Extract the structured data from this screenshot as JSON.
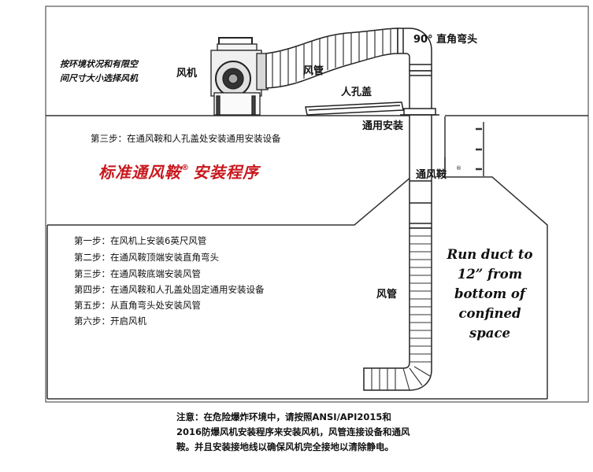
{
  "env_note_line1": "按环境状况和有限空",
  "env_note_line2": "间尺寸大小选择风机",
  "labels": {
    "fan": "风机",
    "duct_top": "风管",
    "manhole_cover": "人孔盖",
    "elbow": "90° 直角弯头",
    "universal_mount": "通用安装",
    "saddle": "通风鞍",
    "duct_bottom": "风管",
    "registered_mark": "®"
  },
  "step3_note": "第三步：在通风鞍和人孔盖处安装通用安装设备",
  "title": "标准通风鞍",
  "title_suffix": "安装程序",
  "steps": [
    "第一步：在风机上安装6英尺风管",
    "第二步：在通风鞍顶端安装直角弯头",
    "第三步：在通风鞍底端安装风管",
    "第四步：在通风鞍和人孔盖处固定通用安装设备",
    "第五步：从直角弯头处安装风管",
    "第六步：开启风机"
  ],
  "run_duct_lines": [
    "Run duct to",
    "12” from",
    "bottom of",
    "confined",
    "space"
  ],
  "notice": "注意：在危险爆炸环境中，请按照ANSI/API2015和2016防爆风机安装程序来安装风机，风管连接设备和通风鞍。并且安装接地线以确保风机完全接地以清除静电。"
}
